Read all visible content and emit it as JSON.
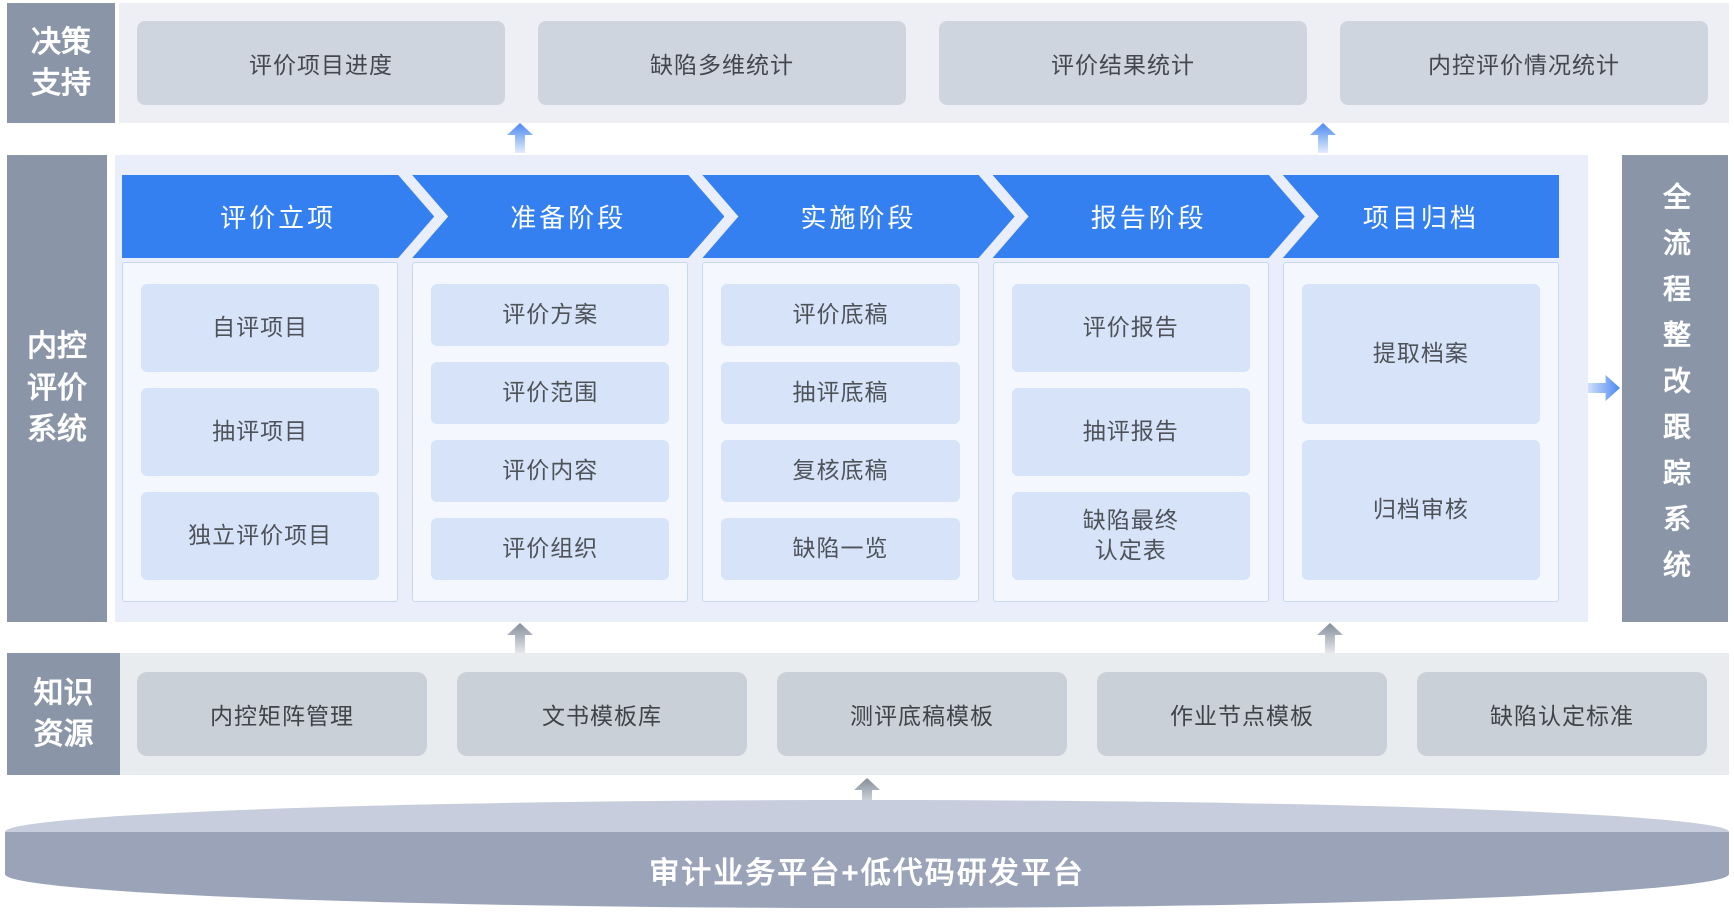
{
  "top": {
    "label": "决策支持",
    "items": [
      "评价项目进度",
      "缺陷多维统计",
      "评价结果统计",
      "内控评价情况统计"
    ]
  },
  "middle": {
    "label": "内控评价系统",
    "columns": [
      {
        "header": "评价立项",
        "items": [
          "自评项目",
          "抽评项目",
          "独立评价项目"
        ]
      },
      {
        "header": "准备阶段",
        "items": [
          "评价方案",
          "评价范围",
          "评价内容",
          "评价组织"
        ]
      },
      {
        "header": "实施阶段",
        "items": [
          "评价底稿",
          "抽评底稿",
          "复核底稿",
          "缺陷一览"
        ]
      },
      {
        "header": "报告阶段",
        "items": [
          "评价报告",
          "抽评报告",
          "缺陷最终\n认定表"
        ]
      },
      {
        "header": "项目归档",
        "items": [
          "提取档案",
          "归档审核"
        ]
      }
    ]
  },
  "right": {
    "label": "全流程整改跟踪系统"
  },
  "bottom": {
    "label": "知识资源",
    "items": [
      "内控矩阵管理",
      "文书模板库",
      "测评底稿模板",
      "作业节点模板",
      "缺陷认定标准"
    ]
  },
  "platform": {
    "label": "审计业务平台+低代码研发平台"
  },
  "colors": {
    "accent_blue": "#3580f1",
    "side_box_gray": "#8a95a8",
    "main_panel_bg": "#e9eefa",
    "item_bg": "#d6e3f8",
    "top_chip_bg": "#cfd5de",
    "bottom_chip_bg": "#c9d0d7",
    "platform_top": "#c7cddc",
    "platform_body": "#9aa3b8"
  }
}
